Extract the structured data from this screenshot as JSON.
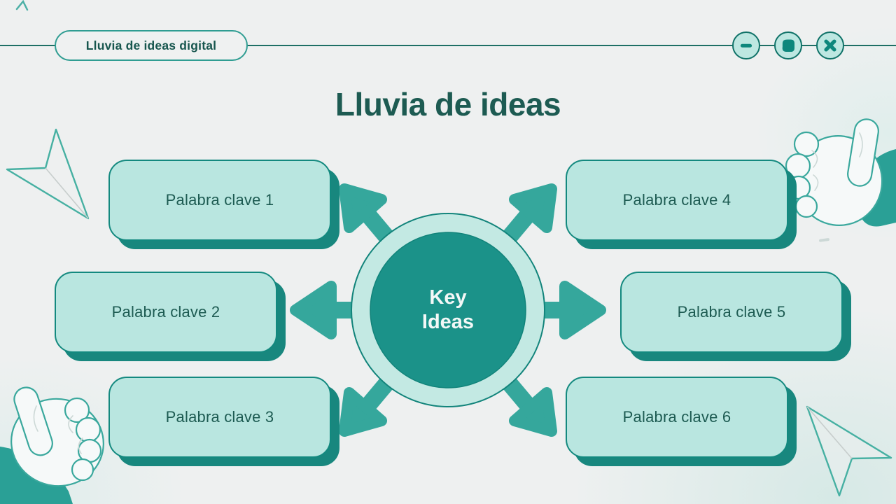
{
  "window": {
    "tab_label": "Lluvia de ideas digital",
    "controls": [
      {
        "name": "minimize",
        "icon": "minus-icon"
      },
      {
        "name": "maximize",
        "icon": "rounded-square-icon"
      },
      {
        "name": "close",
        "icon": "x-icon"
      }
    ]
  },
  "slide": {
    "title": "Lluvia de ideas",
    "center_node": {
      "line1": "Key",
      "line2": "Ideas"
    },
    "keywords": [
      {
        "label": "Palabra clave 1"
      },
      {
        "label": "Palabra clave 2"
      },
      {
        "label": "Palabra clave 3"
      },
      {
        "label": "Palabra clave 4"
      },
      {
        "label": "Palabra clave 5"
      },
      {
        "label": "Palabra clave 6"
      }
    ],
    "decorations": [
      "paper-plane-top-left",
      "thumbs-up-hand-top-right",
      "fist-hand-bottom-left",
      "paper-plane-bottom-right",
      "sparkle"
    ]
  },
  "colors": {
    "background": "#eef0f0",
    "mint": "#b9e6e0",
    "arrow_teal": "#35a79c",
    "deep_teal": "#15857b",
    "dark_text": "#1d5b52",
    "inner_circle": "#1b9289",
    "ring": "#c3e9e3",
    "line": "#1e6f65"
  }
}
